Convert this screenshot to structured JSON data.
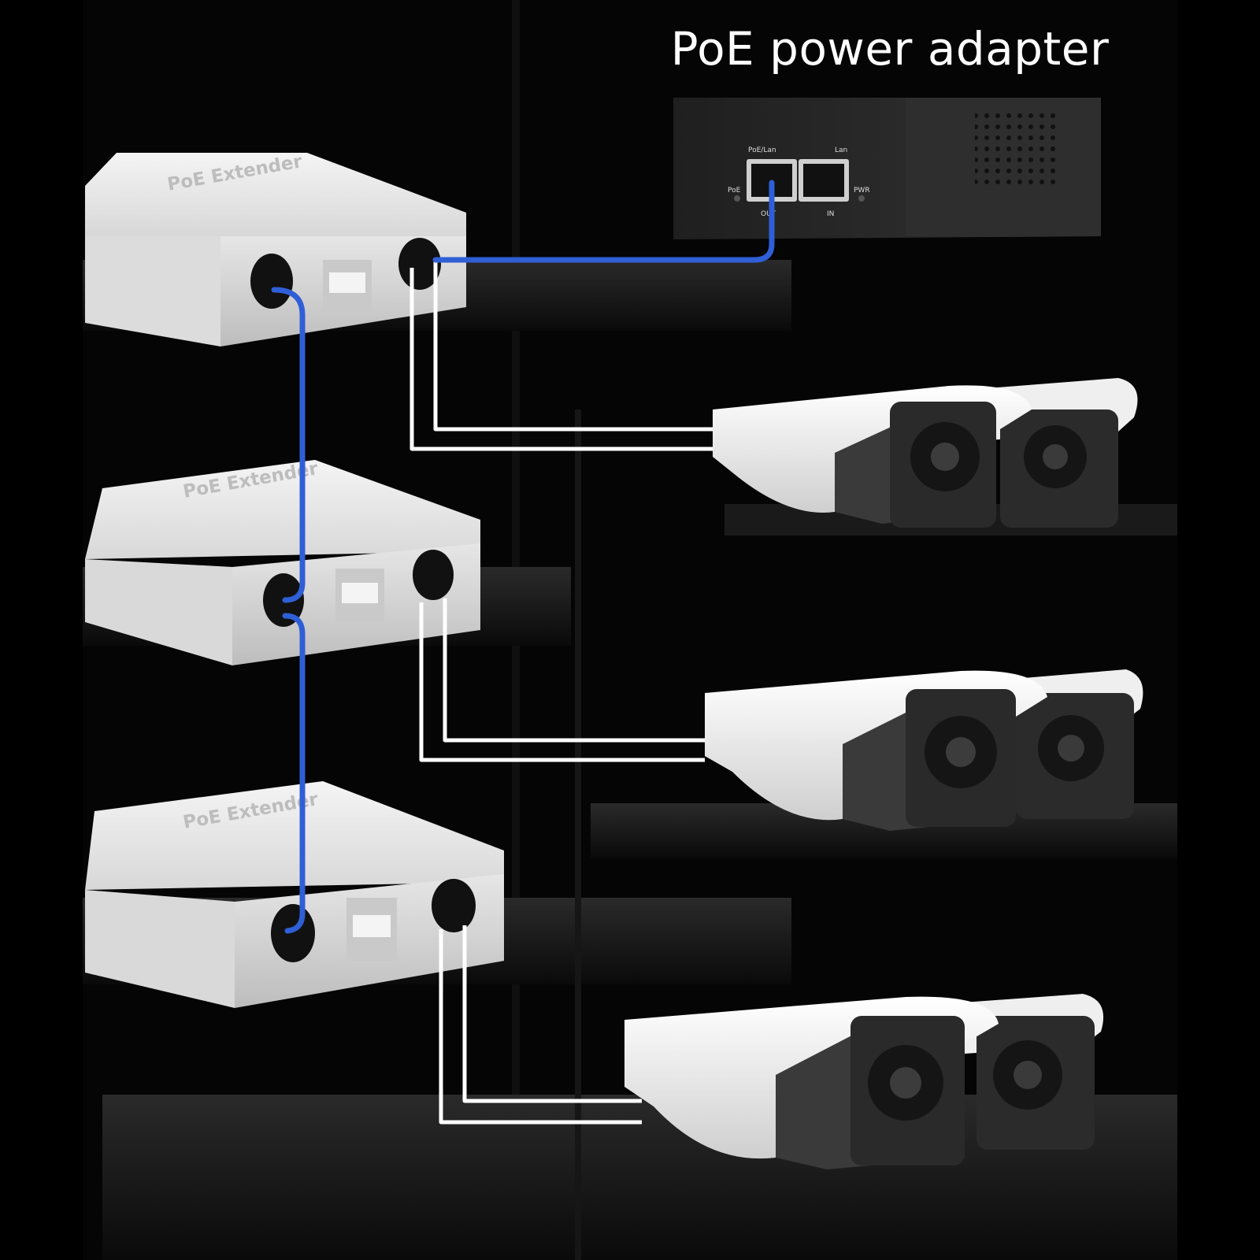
{
  "title": "PoE power adapter",
  "adapter": {
    "port_label_poe_lan": "PoE/Lan",
    "port_label_lan": "Lan",
    "led_label_poe": "PoE",
    "led_label_pwr": "PWR",
    "port_label_out": "OUT",
    "port_label_in": "IN"
  },
  "extenders": [
    {
      "label": "PoE Extender"
    },
    {
      "label": "PoE Extender"
    },
    {
      "label": "PoE Extender"
    }
  ],
  "colors": {
    "background": "#000000",
    "poe_cable": "#2f5fd6",
    "camera_cable": "#ffffff",
    "device_body": "#e9e9e9",
    "adapter_body": "#2a2a2a"
  }
}
